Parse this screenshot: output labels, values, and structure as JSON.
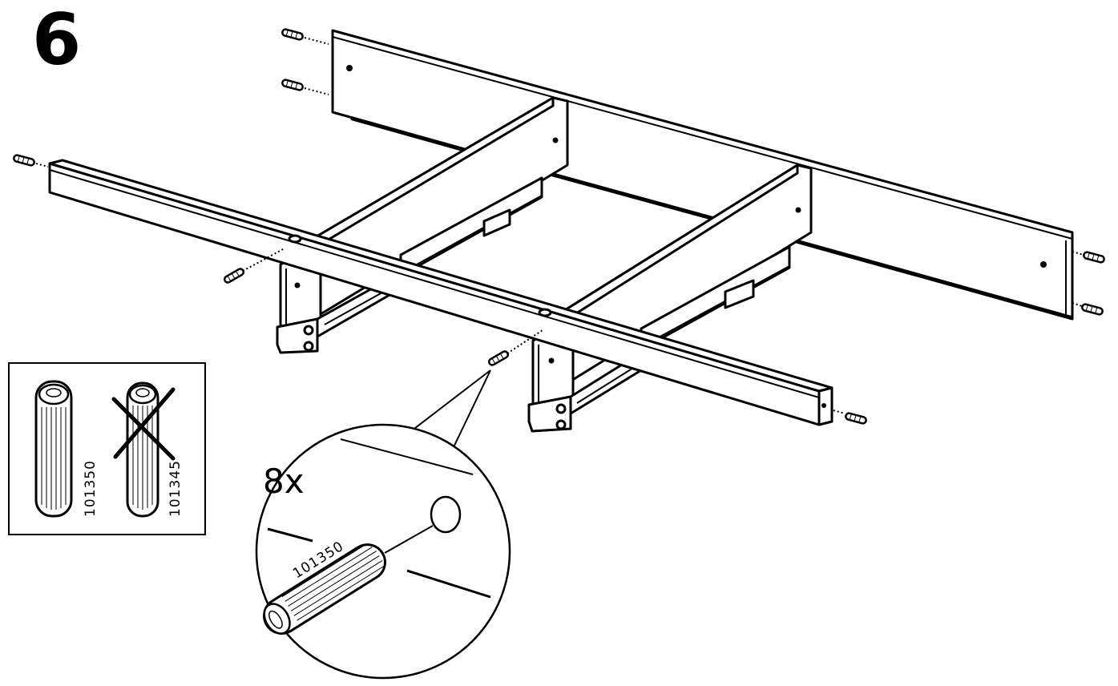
{
  "step": {
    "number": "6"
  },
  "detail": {
    "quantity": "8x",
    "part_code": "101350"
  },
  "legend": {
    "correct_part_code": "101350",
    "wrong_part_code": "101345"
  },
  "icons": [
    "dowel-icon",
    "cross-mark-icon"
  ]
}
